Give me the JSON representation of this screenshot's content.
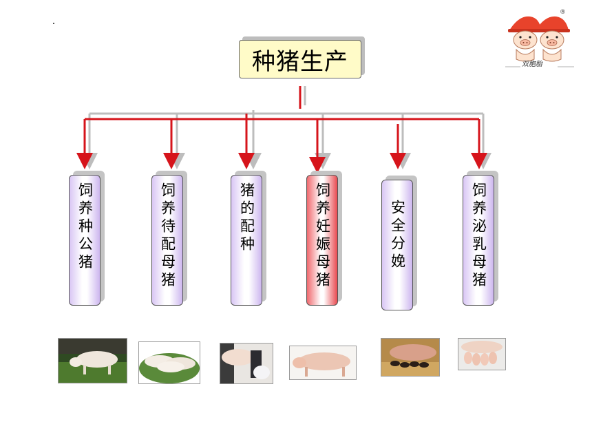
{
  "title": "种猪生产",
  "logo": {
    "brand_text": "双胞胎",
    "registered_mark": "®"
  },
  "nodes": [
    {
      "label": "饲养种公猪",
      "highlight": false
    },
    {
      "label": "饲养待配母猪",
      "highlight": false
    },
    {
      "label": "猪的配种",
      "highlight": false
    },
    {
      "label": "饲养妊娠母猪",
      "highlight": true
    },
    {
      "label": "安全分娩",
      "highlight": false
    },
    {
      "label": "饲养泌乳母猪",
      "highlight": false
    }
  ],
  "photos": [
    {
      "icon": "boar-on-grass-photo"
    },
    {
      "icon": "sows-group-photo"
    },
    {
      "icon": "breeding-handling-photo"
    },
    {
      "icon": "pregnant-sow-photo"
    },
    {
      "icon": "farrowing-litter-photo"
    },
    {
      "icon": "nursing-sow-photo"
    }
  ],
  "colors": {
    "connector_red": "#d6141b",
    "connector_gray": "#bdbdbd",
    "title_fill": "#fffbc8",
    "node_fill": "#d9c6f4",
    "highlight_fill": "#f0696e"
  }
}
